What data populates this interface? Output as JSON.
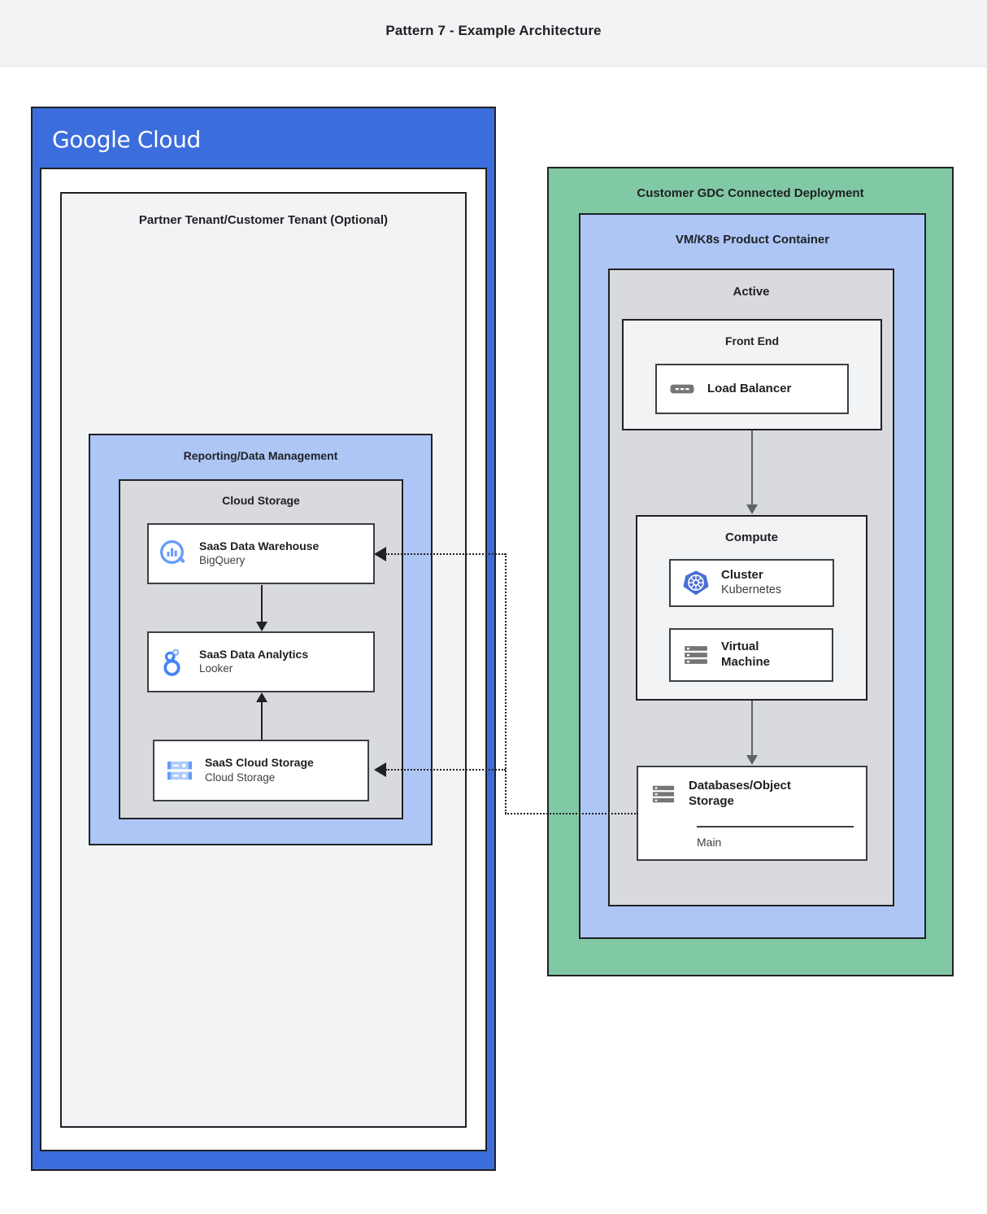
{
  "page": {
    "title": "Pattern 7 - Example Architecture"
  },
  "colors": {
    "google_blue": "#3c6ddd",
    "light_blue": "#aec6f6",
    "green": "#81c9a4",
    "gray": "#d8dadd",
    "light_gray": "#f1f3f4",
    "arrow": "#5f6368",
    "text": "#202124"
  },
  "google_cloud": {
    "logo_word1": "Google",
    "logo_word2": "Cloud",
    "tenant": {
      "label": "Partner Tenant/Customer Tenant (Optional)"
    },
    "reporting": {
      "label": "Reporting/Data Management",
      "cloud_storage": {
        "label": "Cloud Storage",
        "cards": [
          {
            "title": "SaaS Data Warehouse",
            "subtitle": "BigQuery",
            "icon": "bigquery-icon"
          },
          {
            "title": "SaaS Data Analytics",
            "subtitle": "Looker",
            "icon": "looker-icon"
          },
          {
            "title": "SaaS Cloud Storage",
            "subtitle": "Cloud Storage",
            "icon": "cloud-storage-icon"
          }
        ]
      }
    }
  },
  "gdc": {
    "label": "Customer GDC Connected Deployment",
    "product_container": {
      "label": "VM/K8s Product Container",
      "active": {
        "label": "Active",
        "front_end": {
          "label": "Front End",
          "card": {
            "title": "Load Balancer",
            "icon": "load-balancer-icon"
          }
        },
        "compute": {
          "label": "Compute",
          "cards": [
            {
              "title": "Cluster",
              "subtitle": "Kubernetes",
              "icon": "kubernetes-icon"
            },
            {
              "title": "Virtual",
              "title2": "Machine",
              "icon": "virtual-machine-icon"
            }
          ]
        },
        "database": {
          "title": "Databases/Object",
          "title2": "Storage",
          "subtitle": "Main",
          "icon": "database-icon"
        }
      }
    }
  },
  "connectors": [
    {
      "name": "db-to-bigquery",
      "style": "dotted",
      "direction": "right-to-left"
    },
    {
      "name": "db-to-cloud-storage",
      "style": "dotted",
      "direction": "right-to-left"
    },
    {
      "name": "frontend-to-compute",
      "style": "solid",
      "direction": "down"
    },
    {
      "name": "compute-to-database",
      "style": "solid",
      "direction": "down"
    },
    {
      "name": "bigquery-to-looker",
      "style": "solid",
      "direction": "down"
    },
    {
      "name": "cloud-storage-to-looker",
      "style": "solid",
      "direction": "up"
    }
  ]
}
